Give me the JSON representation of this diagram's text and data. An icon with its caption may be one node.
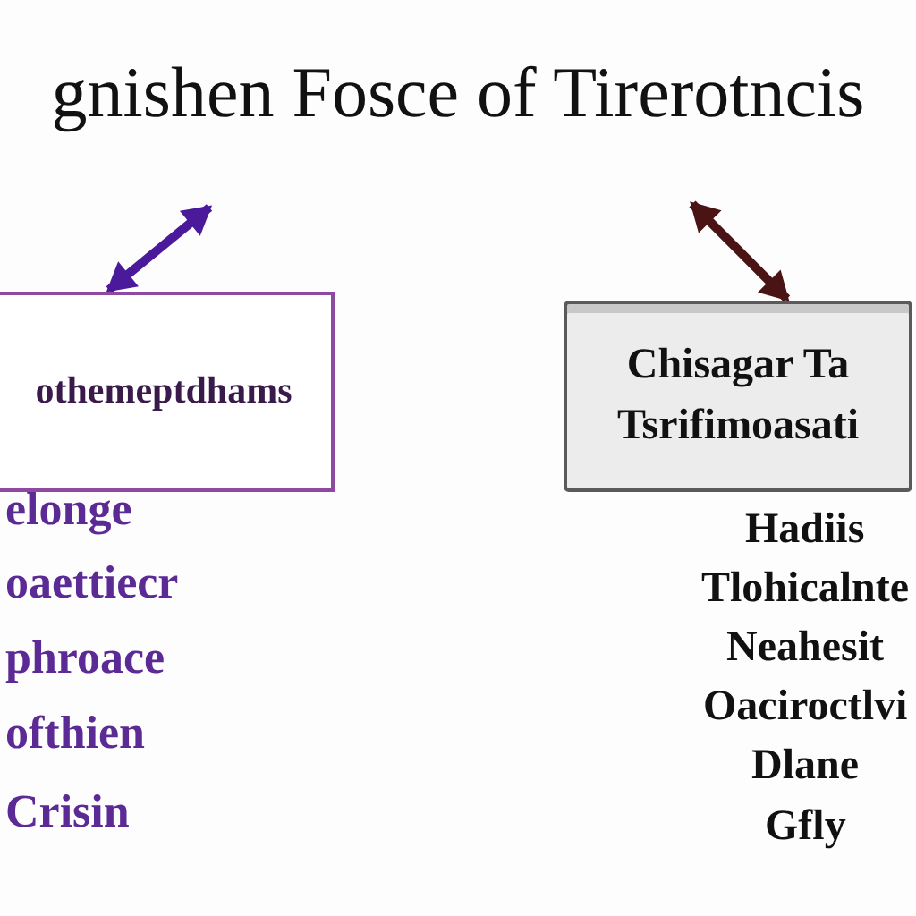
{
  "diagram": {
    "title": "gnishen Fosce of Tirerotncis",
    "nodes": [
      {
        "text": [
          "othemeptdhams"
        ]
      },
      {
        "text": [
          "Chisagar Ta Tsrifimoasati"
        ]
      }
    ],
    "edges": [
      {
        "from": null,
        "to": 0,
        "arrow": "both",
        "color": "#4b1a9a"
      },
      {
        "from": null,
        "to": 1,
        "arrow": "both",
        "color": "#4a1414"
      }
    ],
    "labels": [
      "elonge",
      "oaettiecr",
      "phroace",
      "ofthien",
      "Crisin",
      "Hadiis",
      "Tlohicalnte",
      "Neahesit",
      "Oaciroctlvi",
      "Dlane",
      "Gfly"
    ]
  }
}
